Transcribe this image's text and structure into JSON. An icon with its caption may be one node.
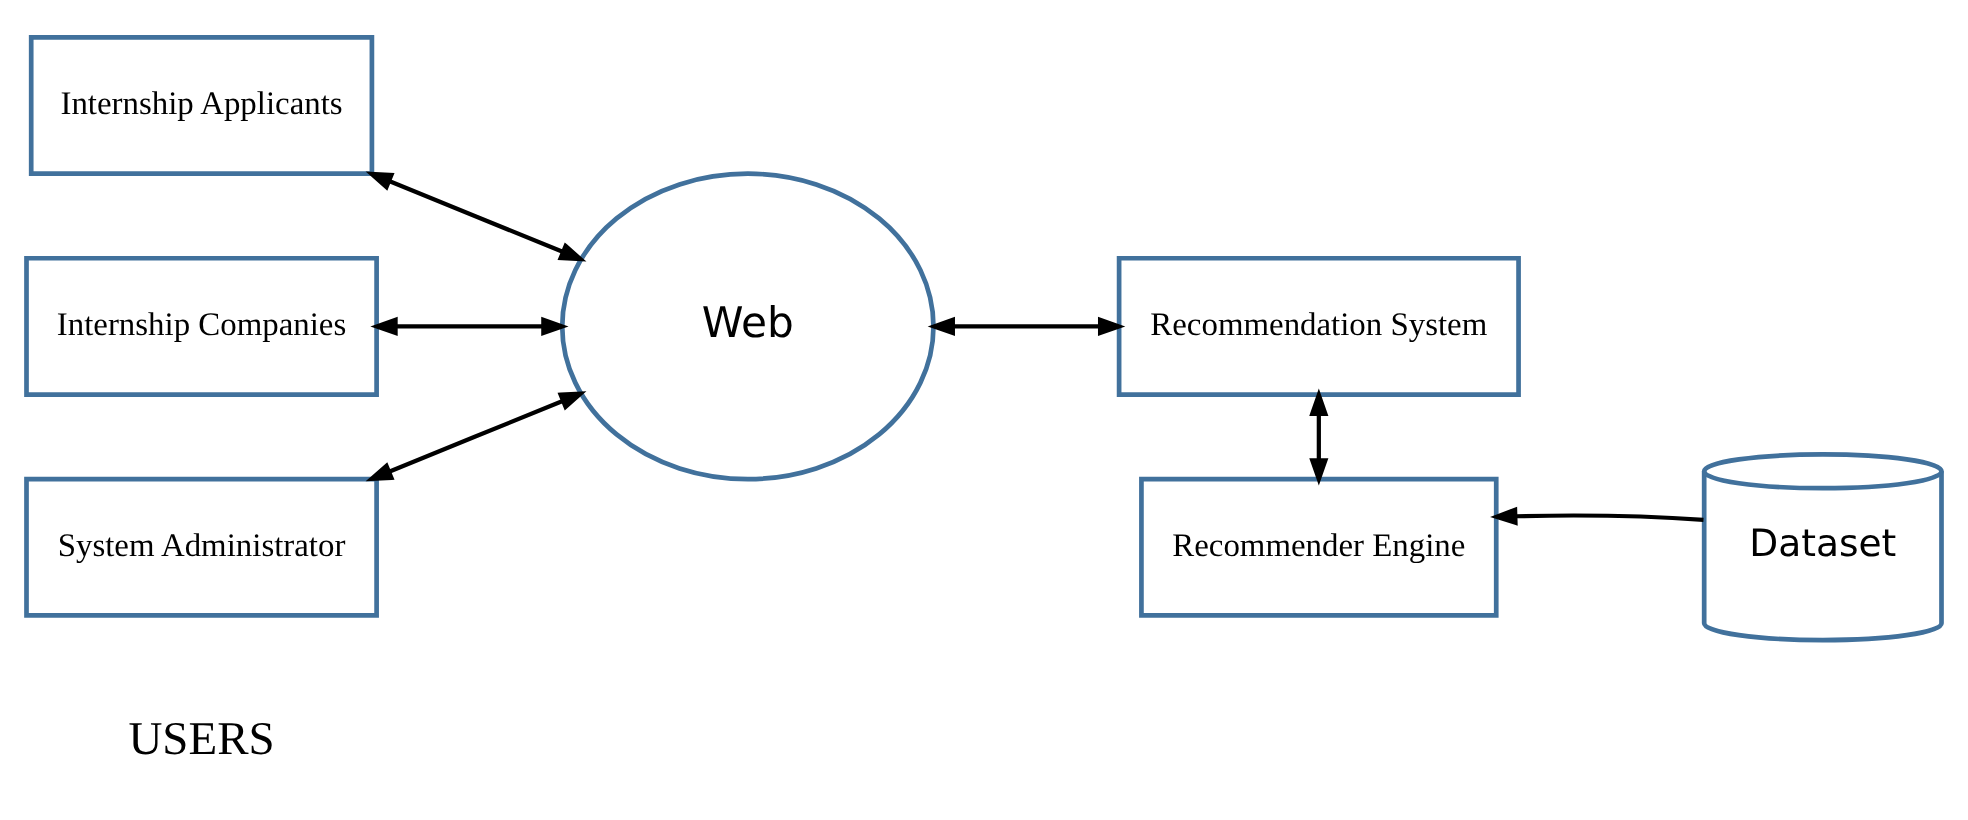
{
  "diagram": {
    "nodes": [
      {
        "text": [
          "Internship Applicants"
        ]
      },
      {
        "text": [
          "Internship Companies"
        ]
      },
      {
        "text": [
          "System Administrator"
        ]
      },
      {
        "text": [
          "Web"
        ]
      },
      {
        "text": [
          "Recommendation System"
        ]
      },
      {
        "text": [
          "Recommender Engine"
        ]
      },
      {
        "text": [
          "Dataset"
        ]
      }
    ],
    "edges": [
      {
        "from": 0,
        "to": 3,
        "arrow": "both"
      },
      {
        "from": 1,
        "to": 3,
        "arrow": "both"
      },
      {
        "from": 2,
        "to": 3,
        "arrow": "both"
      },
      {
        "from": 3,
        "to": 4,
        "arrow": "both"
      },
      {
        "from": 4,
        "to": 5,
        "arrow": "both"
      },
      {
        "from": 6,
        "to": 5,
        "arrow": "to"
      }
    ],
    "labels": [
      "USERS"
    ]
  }
}
